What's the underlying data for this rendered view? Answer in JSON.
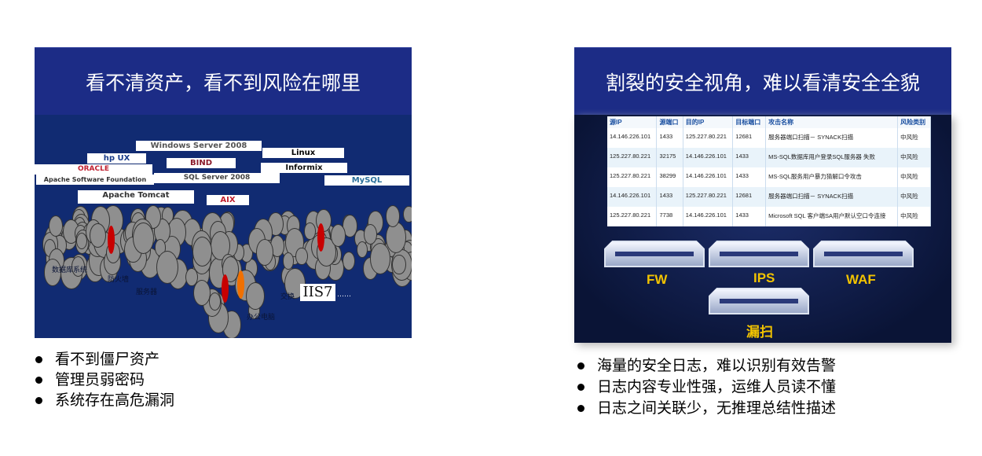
{
  "left": {
    "title": "看不清资产，看不到风险在哪里",
    "logos": [
      "Windows Server 2008",
      "Linux",
      "hp UX",
      "BIND",
      "ORACLE",
      "Informix",
      "Apache Software Foundation",
      "SQL Server 2008",
      "MySQL",
      "Apache Tomcat",
      "AIX"
    ],
    "labels": [
      "数据库系统",
      "防火墙",
      "服务器",
      "办公电脑",
      "交换",
      "IIS7",
      "……"
    ],
    "bullets": [
      "看不到僵尸资产",
      "管理员弱密码",
      "系统存在高危漏洞"
    ]
  },
  "right": {
    "title": "割裂的安全视角，难以看清安全全貌",
    "table": {
      "headers": [
        "源IP",
        "源端口",
        "目的IP",
        "目标端口",
        "攻击名称",
        "风险类别"
      ],
      "rows": [
        [
          "14.146.226.101",
          "1433",
          "125.227.80.221",
          "12681",
          "服务器端口扫描－ SYNACK扫描",
          "中风险"
        ],
        [
          "125.227.80.221",
          "32175",
          "14.146.226.101",
          "1433",
          "MS-SQL数据库用户登录SQL服务器 失败",
          "中风险"
        ],
        [
          "125.227.80.221",
          "38299",
          "14.146.226.101",
          "1433",
          "MS-SQL服务用户暴力猜解口令攻击",
          "中风险"
        ],
        [
          "14.146.226.101",
          "1433",
          "125.227.80.221",
          "12681",
          "服务器端口扫描－ SYNACK扫描",
          "中风险"
        ],
        [
          "125.227.80.221",
          "7738",
          "14.146.226.101",
          "1433",
          "Microsoft SQL 客户端SA用户默认空口令连接",
          "中风险"
        ]
      ]
    },
    "devices": [
      "FW",
      "IPS",
      "WAF",
      "漏扫"
    ],
    "bullets": [
      "海量的安全日志，难以识别有效告警",
      "日志内容专业性强，运维人员读不懂",
      "日志之间关联少，无推理总结性描述"
    ]
  }
}
